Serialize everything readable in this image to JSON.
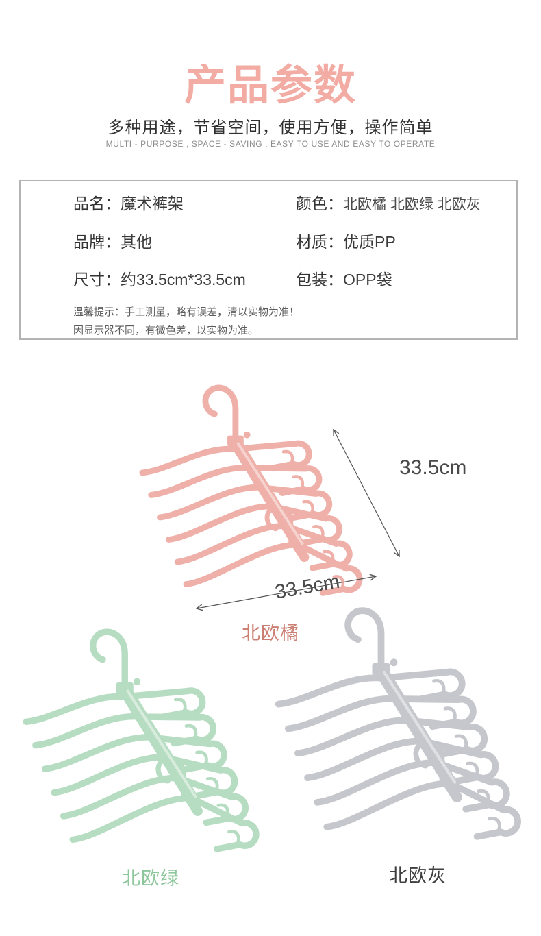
{
  "header": {
    "title": "产品参数",
    "title_color": "#f2aca4",
    "subtitle": "多种用途，节省空间，使用方便，操作简单",
    "subtitle_en": "MULTI - PURPOSE ,  SPACE - SAVING , EASY  TO USE AND EASY TO OPERATE"
  },
  "specs": {
    "rows": [
      {
        "left_label": "品名：",
        "left_value": "魔术裤架",
        "right_label": "颜色：",
        "right_value": "北欧橘  北欧绿 北欧灰"
      },
      {
        "left_label": "品牌：",
        "left_value": "其他",
        "right_label": "材质：",
        "right_value": "优质PP"
      },
      {
        "left_label": "尺寸：",
        "left_value": "约33.5cm*33.5cm",
        "right_label": "包装：",
        "right_value": "OPP袋"
      }
    ],
    "tips": [
      "温馨提示：手工测量，略有误差，清以实物为准！",
      "因显示器不同，有微色差，以实物为准。"
    ]
  },
  "dimensions": {
    "height_label": "33.5cm",
    "width_label": "33.5cm"
  },
  "products": [
    {
      "name": "北欧橘",
      "color": "#eeb0a8",
      "label_color": "#cc8074"
    },
    {
      "name": "北欧绿",
      "color": "#b6dcc2",
      "label_color": "#8fc79d"
    },
    {
      "name": "北欧灰",
      "color": "#c5c7cc",
      "label_color": "#3f3f3f"
    }
  ]
}
